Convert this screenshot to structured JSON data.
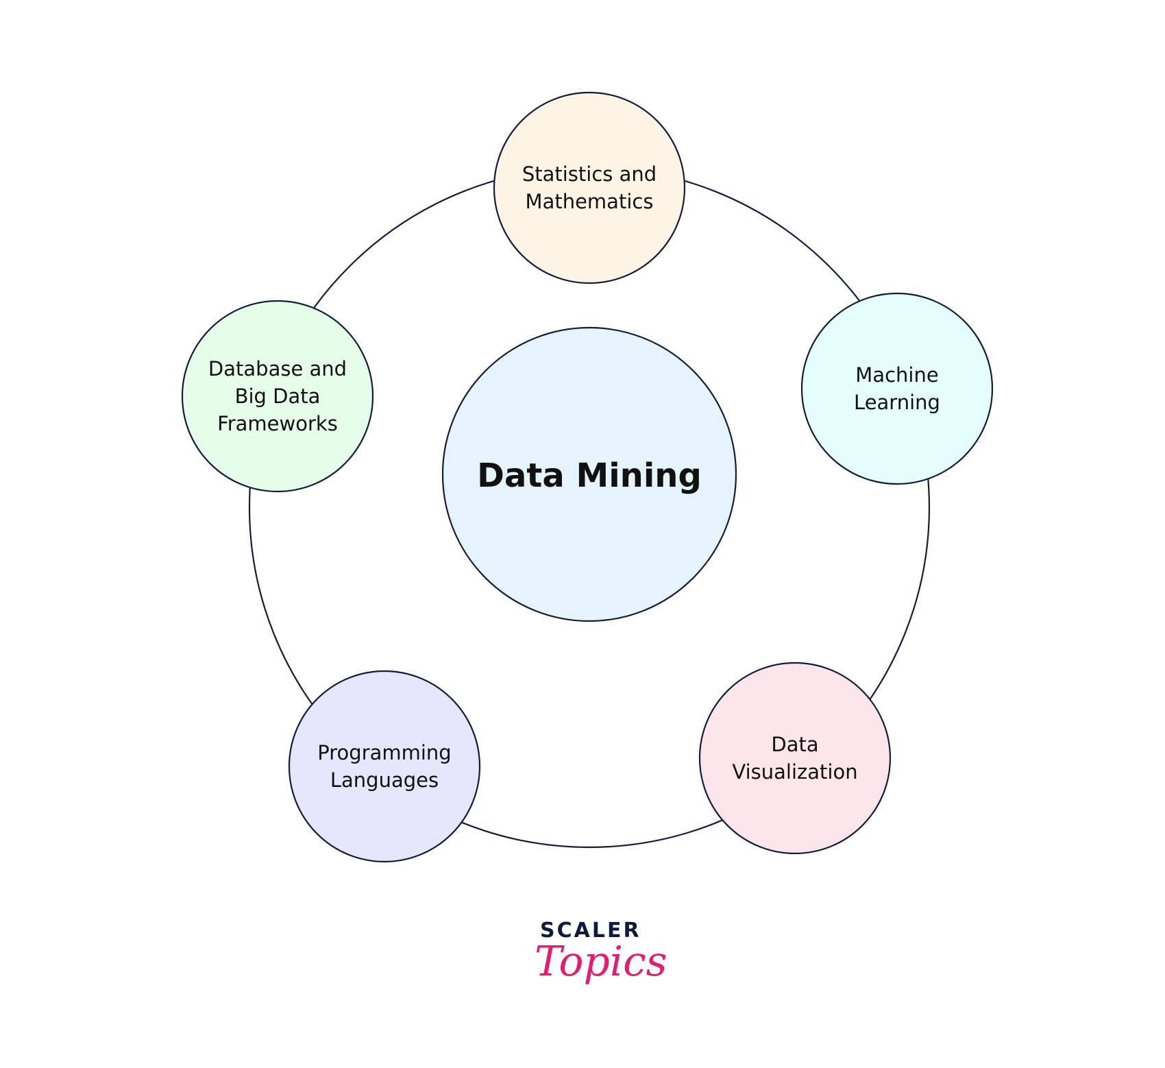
{
  "center": {
    "label": "Data Mining",
    "fill": "#e5f3fd"
  },
  "ring": {
    "stroke": "#141c3a"
  },
  "nodes": [
    {
      "id": "statistics",
      "lines": [
        "Statistics and",
        "Mathematics"
      ],
      "fill": "#fef4e6"
    },
    {
      "id": "machine-learning",
      "lines": [
        "Machine",
        "Learning"
      ],
      "fill": "#e5fdfd"
    },
    {
      "id": "data-visualization",
      "lines": [
        "Data",
        "Visualization"
      ],
      "fill": "#fde6eb"
    },
    {
      "id": "programming-languages",
      "lines": [
        "Programming",
        "Languages"
      ],
      "fill": "#e6e6fd"
    },
    {
      "id": "database-big-data",
      "lines": [
        "Database and",
        "Big Data",
        "Frameworks"
      ],
      "fill": "#e6fde9"
    }
  ],
  "logo": {
    "top": "SCALER",
    "bottom": "Topics",
    "top_color": "#0f1b3d",
    "bottom_color": "#e0206f"
  }
}
